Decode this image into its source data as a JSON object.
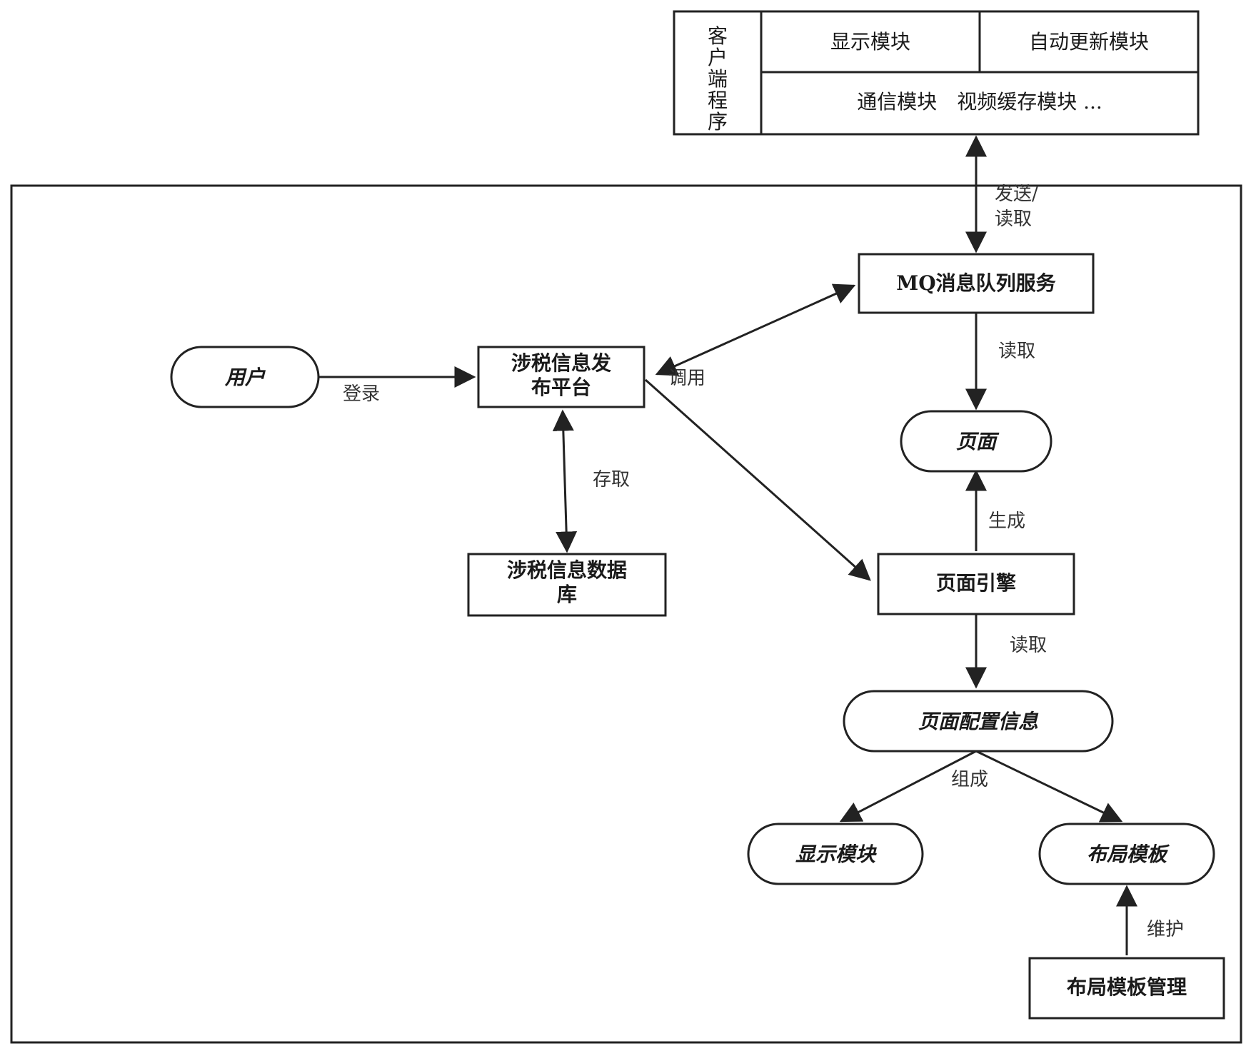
{
  "client": {
    "title_chars": [
      "客",
      "户",
      "端",
      "程",
      "序"
    ],
    "display_module": "显示模块",
    "auto_update_module": "自动更新模块",
    "comm_video_modules": "通信模块　视频缓存模块 ..."
  },
  "nodes": {
    "user": "用户",
    "platform_line1": "涉税信息发",
    "platform_line2": "布平台",
    "database_line1": "涉税信息数据",
    "database_line2": "库",
    "mq": "MQ消息队列服务",
    "page": "页面",
    "engine": "页面引擎",
    "page_config": "页面配置信息",
    "display_module": "显示模块",
    "layout_template": "布局模板",
    "layout_mgmt": "布局模板管理"
  },
  "edges": {
    "send_read_line1": "发送/",
    "send_read_line2": "读取",
    "login": "登录",
    "invoke": "调用",
    "access": "存取",
    "mq_read": "读取",
    "generate": "生成",
    "engine_read": "读取",
    "compose": "组成",
    "maintain": "维护"
  }
}
